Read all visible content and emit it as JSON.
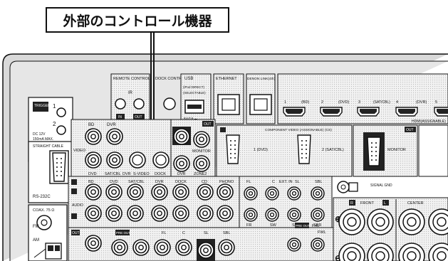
{
  "callout": {
    "text": "外部のコントロール機器"
  },
  "labels": {
    "trigger_out": "TRIGGER OUT",
    "trigger_1": "1",
    "trigger_2": "2",
    "dc12v": "DC 12V",
    "ma": "150mA MAX.",
    "straight_cable": "STRAIGHT CABLE",
    "rs232c": "RS-232C",
    "coax": "COAX. 75 Ω",
    "fm": "FM",
    "am": "AM",
    "remote_control": "REMOTE CONTROL",
    "ir": "IR",
    "in": "IN",
    "out": "OUT",
    "dock_control": "DOCK CONTROL",
    "usb": "USB",
    "ipod_direct": "(iPod DIRECT)",
    "selectable": "(SELECTABLE)",
    "usb_power": "5V/1A ⎓",
    "ethernet": "ETHERNET",
    "denon_link": "DENON LINK(4th)",
    "hdmi_assignable": "HDMI(ASSIGNABLE)",
    "hdmi_1": "1",
    "hdmi_bd": "(BD)",
    "hdmi_2": "2",
    "hdmi_dvd": "(DVD)",
    "hdmi_3": "3",
    "hdmi_satcbl": "(SAT/CBL)",
    "hdmi_4": "4",
    "hdmi_dvr": "(DVR)",
    "hdmi_5": "5",
    "video": "VIDEO",
    "v_bd": "BD",
    "v_dvr": "DVR",
    "v_dvd": "DVD",
    "v_satcbl": "SAT/CBL",
    "v_dvr2": "DVR",
    "v_svideo": "S-VIDEO",
    "v_dock": "DOCK",
    "mon_out": "OUT",
    "monitor": "MONITOR",
    "mon_dvr": "DVR",
    "zone2": "ZONE2",
    "component_video": "COMPONENT VIDEO (ASSIGNABLE)",
    "cs": "(CS)",
    "comp1": "1 (DVD)",
    "comp2": "2 (SAT/CBL)",
    "comp_monitor": "MONITOR",
    "audio": "AUDIO",
    "a_bd": "BD",
    "a_dvd": "DVD",
    "a_satcbl": "SAT/CBL",
    "a_dvr": "DVR",
    "a_dock": "DOCK",
    "a_cd": "CD",
    "a_phono": "PHONO",
    "fl": "FL",
    "c": "C",
    "ext_in": "EXT. IN",
    "sl": "SL",
    "sbl": "SBL",
    "fr": "FR",
    "sw": "SW",
    "sr": "SR",
    "sbr": "SBR",
    "pre_out": "PRE OUT",
    "fhl": "FHL",
    "fwl": "FWL",
    "signal_gnd": "SIGNAL GND",
    "front": "FRONT",
    "center": "CENTER",
    "r": "R",
    "l": "L",
    "p_fl": "FL",
    "p_c": "C",
    "p_sl": "SL",
    "p_sbl": "SBL"
  }
}
